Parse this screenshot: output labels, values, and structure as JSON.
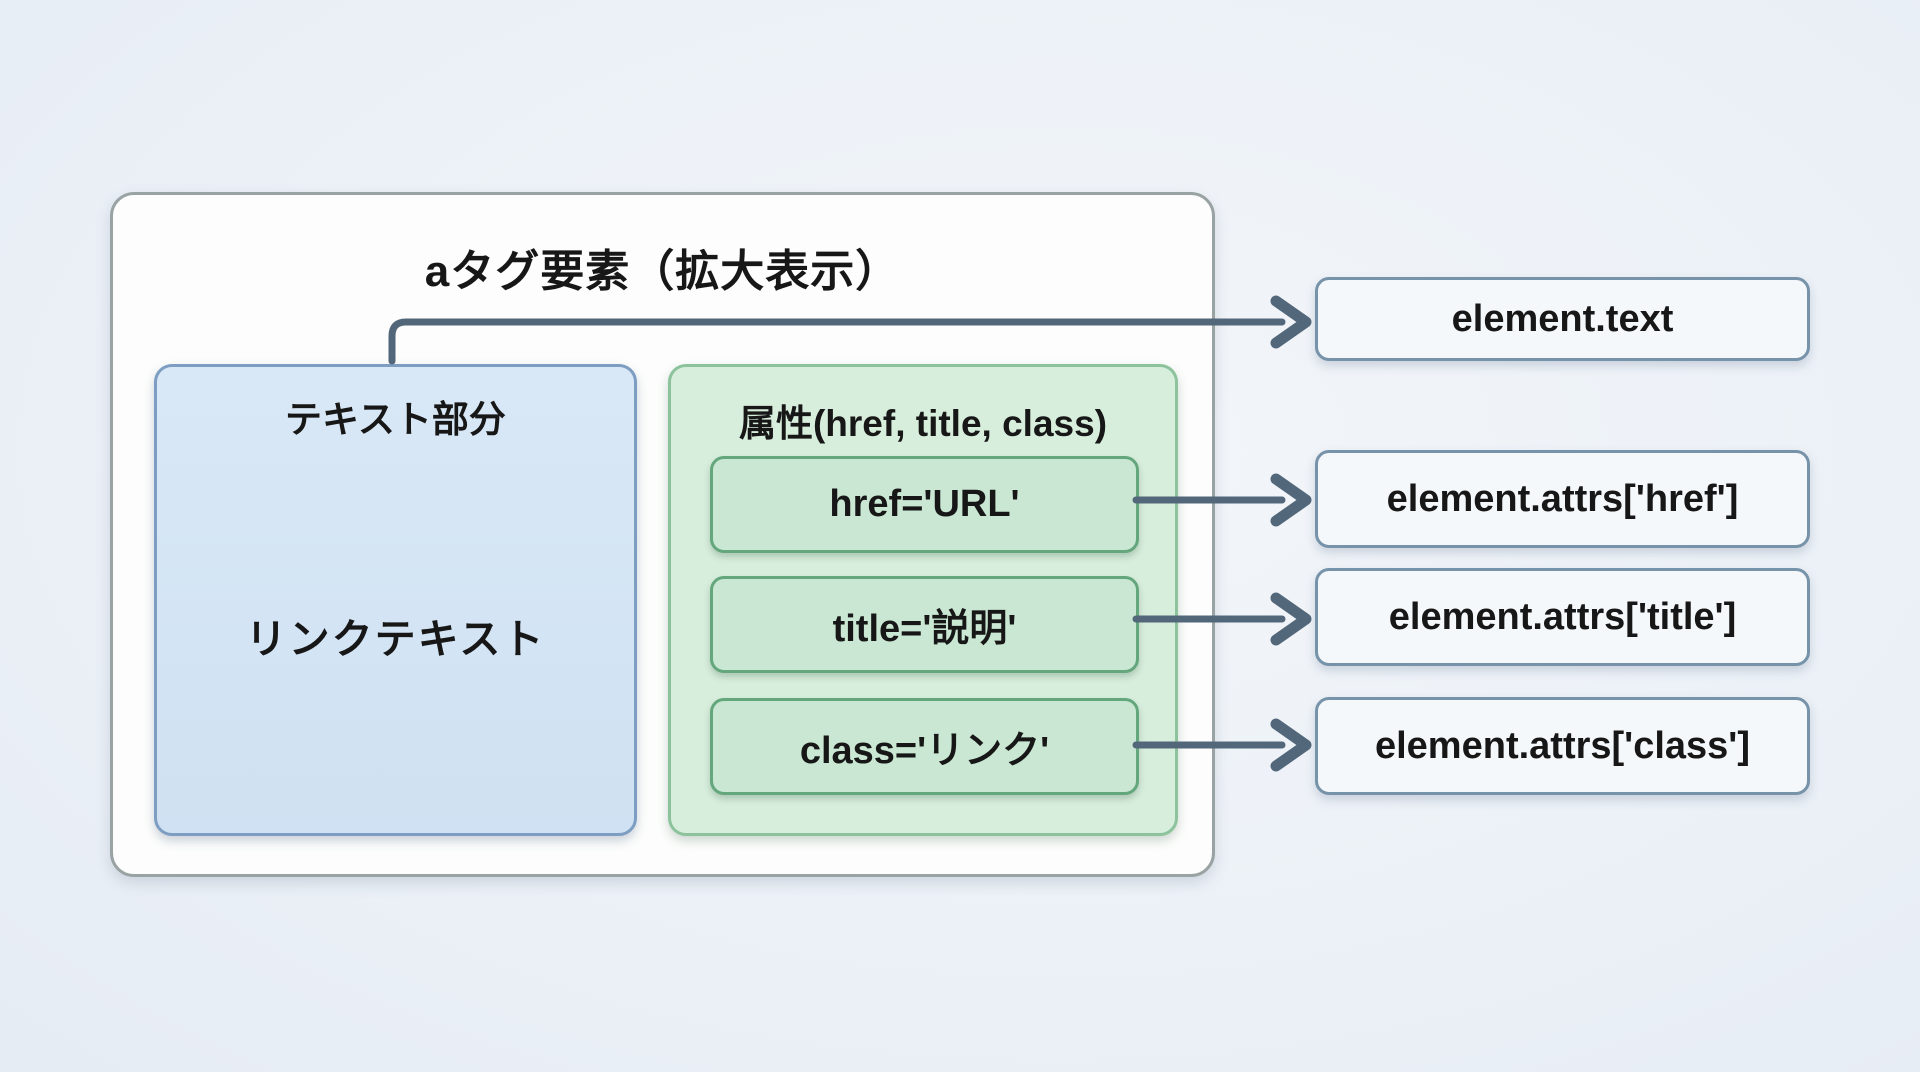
{
  "diagram": {
    "title": "aタグ要素（拡大表示）",
    "text_section": {
      "label": "テキスト部分",
      "content": "リンクテキスト"
    },
    "attrs_section": {
      "label": "属性(href, title, class)",
      "items": [
        {
          "code": "href='URL'",
          "output": "element.attrs['href']"
        },
        {
          "code": "title='説明'",
          "output": "element.attrs['title']"
        },
        {
          "code": "class='リンク'",
          "output": "element.attrs['class']"
        }
      ]
    },
    "text_output": "element.text",
    "colors": {
      "background": "#ecf1f7",
      "main_box_bg": "#fcfdfc",
      "main_box_border": "#9aa3a3",
      "text_box_bg": "#d4e4f3",
      "text_box_border": "#7d9dc2",
      "attrs_box_bg": "#d8eedd",
      "attrs_box_border": "#8cc39c",
      "attr_item_bg": "#c9e7d2",
      "attr_item_border": "#64a77d",
      "output_box_bg": "#f5f8fb",
      "output_box_border": "#7793a9",
      "arrow": "#53677a",
      "text": "#171717"
    }
  }
}
